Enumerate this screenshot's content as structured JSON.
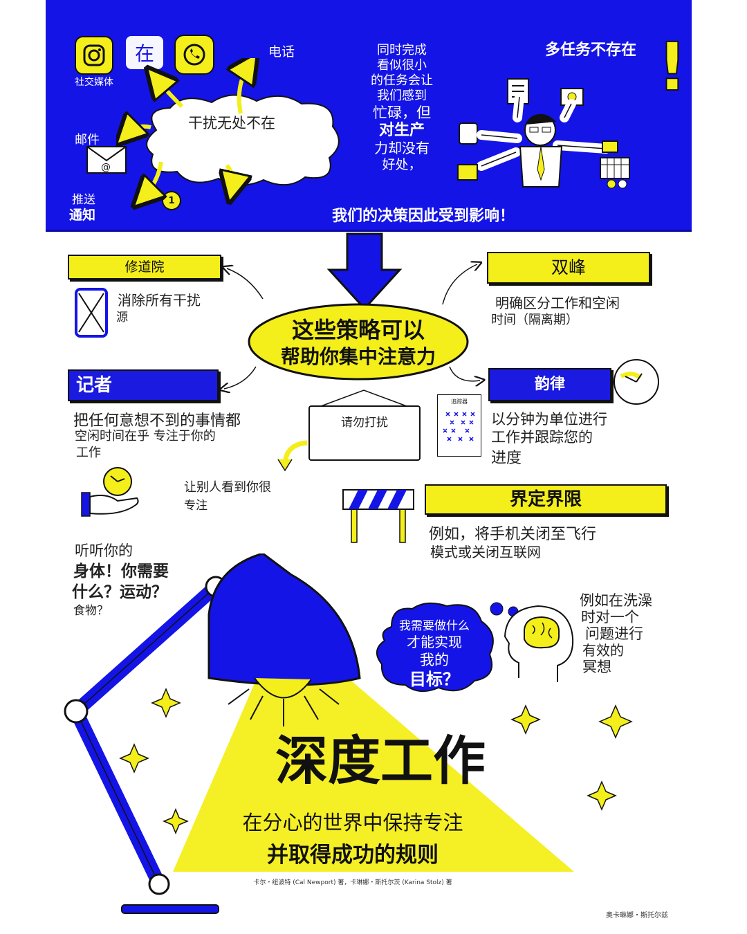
{
  "colors": {
    "blue": "#1414e6",
    "yellow": "#f4ee1a",
    "ink": "#111111"
  },
  "top": {
    "label_social": "社交媒体",
    "icon_char": "在",
    "label_phone": "电话",
    "label_mail": "邮件",
    "label_push1": "推送",
    "label_push2": "通知",
    "cloud_text": "干扰无处不在",
    "multitask_lines": [
      "同时完成",
      "看似很小",
      "的任务会让",
      "我们感到",
      "忙碌，但",
      "对生产",
      "力却没有",
      "好处，"
    ],
    "multitask_title": "多任务不存在",
    "exclaim": "!",
    "decision": "我们的决策因此受到影响！",
    "badge_one": "1"
  },
  "center": {
    "line1": "这些策略可以",
    "line2": "帮助你集中注意力"
  },
  "strategies": {
    "monastery": {
      "title": "修道院",
      "desc1": "消除所有干扰",
      "desc2": "源"
    },
    "bimodal": {
      "title": "双峰",
      "desc1": "明确区分工作和空闲",
      "desc2": "时间（隔离期）"
    },
    "journalist": {
      "title": "记者",
      "desc1": "把任何意想不到的事情都",
      "desc2": "空闲时间在乎 专注于你的",
      "desc3": "工作"
    },
    "rhythm": {
      "title": "韵律",
      "desc1": "以分钟为单位进行",
      "desc2": "工作并跟踪您的",
      "desc3": "进度"
    },
    "sign": {
      "text": "请勿打扰",
      "desc1": "让别人看到你很",
      "desc2": "专注"
    },
    "tracker": {
      "label": "追踪器"
    },
    "boundaries": {
      "title": "界定界限",
      "desc1": "例如，将手机关闭至飞行",
      "desc2": "模式或关闭互联网"
    }
  },
  "body_note": {
    "line1": "听听你的",
    "line2": "身体！你需要",
    "line3": "什么？运动？",
    "line4": "食物？"
  },
  "goal": {
    "line1": "我需要做什么",
    "line2": "才能实现",
    "line3": "我的",
    "line4": "目标？"
  },
  "meditate": {
    "line1": "例如在洗澡",
    "line2": "时对一个",
    "line3": "问题进行",
    "line4": "有效的",
    "line5": "冥想"
  },
  "title": "深度工作",
  "subtitle1": "在分心的世界中保持专注",
  "subtitle2": "并取得成功的规则",
  "credits": "卡尔・纽波特 (Cal Newport) 著，卡琳娜・斯托尔茨 (Karina Stolz) 著",
  "signature": "奥卡琳娜・斯托尔兹"
}
